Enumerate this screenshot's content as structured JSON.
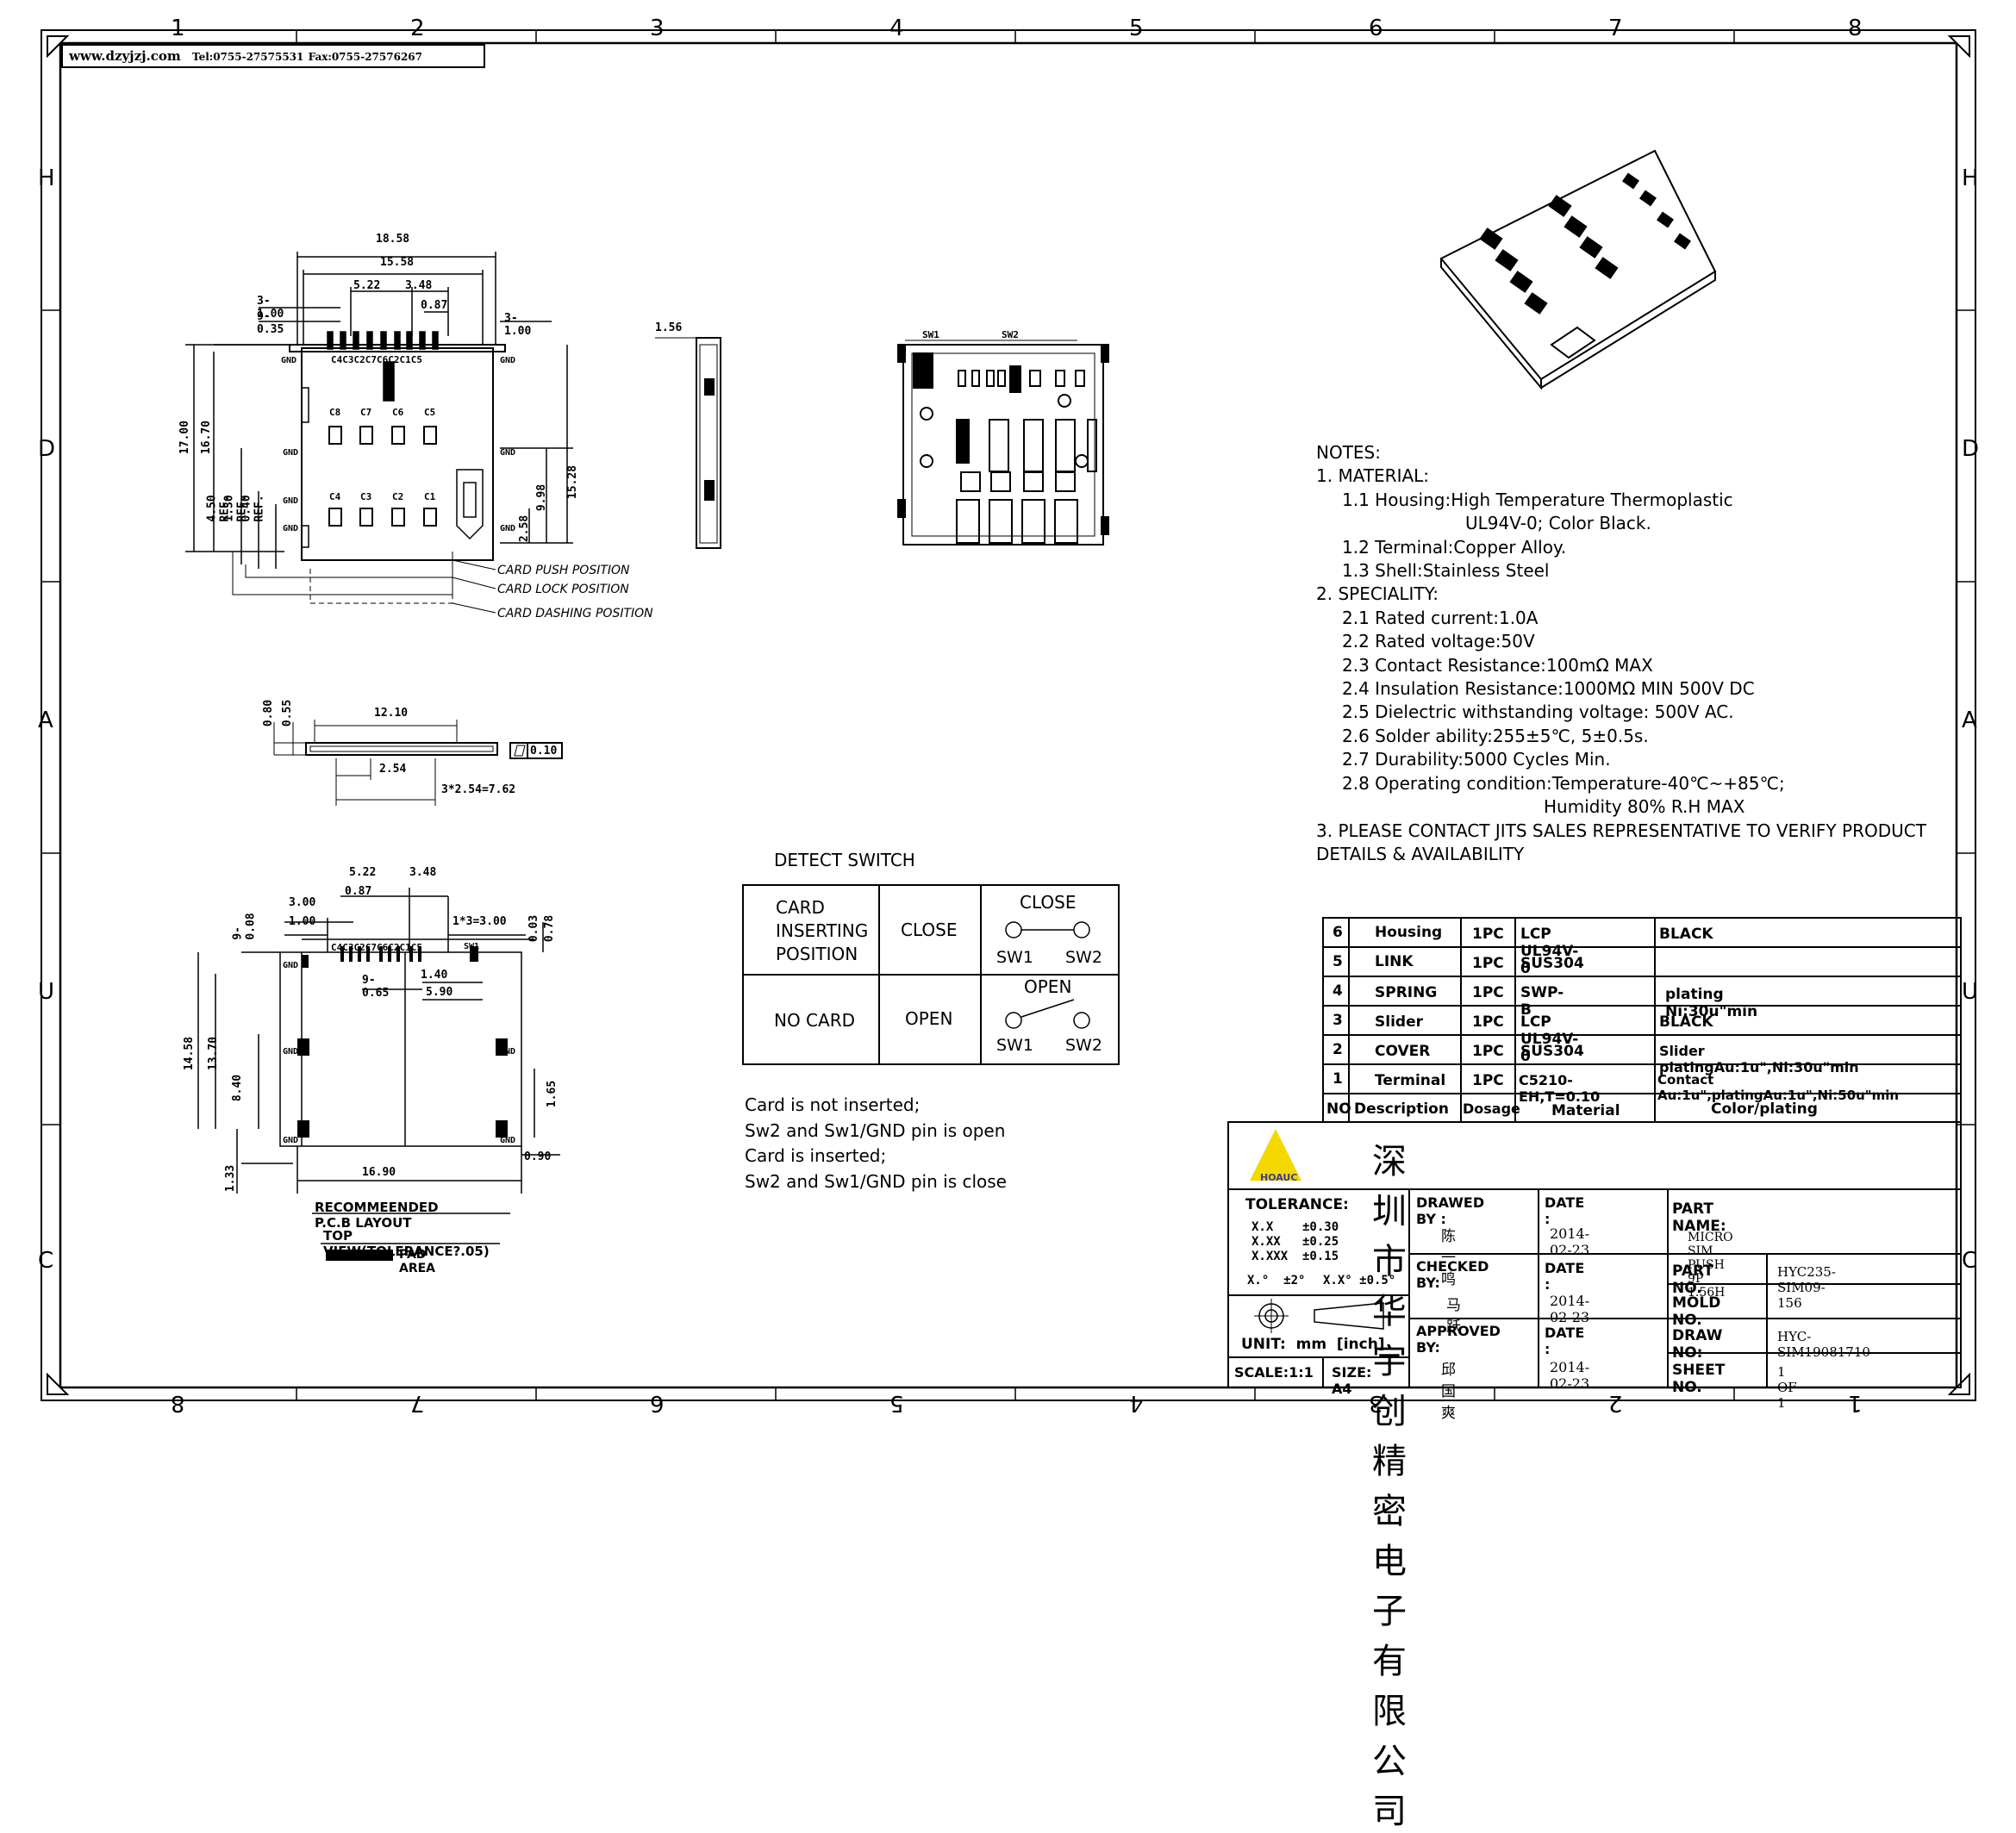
{
  "header_bar": {
    "website": "www.dzyjzj.com",
    "tel": "Tel:0755-27575531",
    "fax": "Fax:0755-27576267"
  },
  "border": {
    "top_cols": [
      "1",
      "2",
      "3",
      "4",
      "5",
      "6",
      "7",
      "8"
    ],
    "bottom_cols": [
      "8",
      "7",
      "6",
      "5",
      "4",
      "3",
      "2",
      "1"
    ],
    "rows": [
      "H",
      "D",
      "A",
      "U",
      "C"
    ]
  },
  "top_view": {
    "dims": {
      "w1": "18.58",
      "w2": "15.58",
      "d522": "5.22",
      "d348": "3.48",
      "d087": "0.87",
      "d3100a": "3-1.00",
      "d9035": "9-0.35",
      "d3100b": "3-1.00",
      "h1700": "17.00",
      "h1670": "16.70",
      "h450": "4.50 REF.",
      "h130": "1.30 REF.",
      "h040": "0.40 REF.",
      "h1528": "15.28",
      "h998": "9.98",
      "h258": "2.58"
    },
    "pin_row": "C4C3C2C7C6C2C1C5",
    "pads_top": [
      "C8",
      "C7",
      "C6",
      "C5"
    ],
    "pads_bottom": [
      "C4",
      "C3",
      "C2",
      "C1"
    ],
    "gnd": "GND",
    "callouts": [
      "CARD PUSH POSITION",
      "CARD LOCK POSITION",
      "CARD DASHING POSITION"
    ]
  },
  "side_view": {
    "thickness": "1.56"
  },
  "bottom_view": {
    "sw1": "SW1",
    "sw2": "SW2"
  },
  "front_view": {
    "w": "12.10",
    "h1": "0.80",
    "h2": "0.55",
    "flat": "0.10",
    "pitch": "2.54",
    "pitch3": "3*2.54=7.62"
  },
  "pcb_layout": {
    "dims": {
      "d522": "5.22",
      "d348": "3.48",
      "d300": "3.00",
      "d087": "0.87",
      "d100": "1.00",
      "d9008": "9-0.08",
      "d13": "1*3=3.00",
      "d003": "0.03",
      "d078": "0.78",
      "d9065": "9-0.65",
      "d140": "1.40",
      "d590": "5.90",
      "h1458": "14.58",
      "h1370": "13.70",
      "h840": "8.40",
      "h133": "1.33",
      "w1690": "16.90",
      "d165": "1.65",
      "d090": "0.90"
    },
    "title": "RECOMMEENDED P.C.B LAYOUT",
    "subtitle": "TOP VIEW(TOLERANCE?.05)",
    "legend": "PAD AREA"
  },
  "notes": {
    "heading": "NOTES:",
    "lines": [
      "1. MATERIAL:",
      "1.1 Housing:High Temperature Thermoplastic",
      "UL94V-0; Color Black.",
      "1.2 Terminal:Copper Alloy.",
      "1.3 Shell:Stainless Steel",
      "2. SPECIALITY:",
      "2.1 Rated current:1.0A",
      "2.2 Rated voltage:50V",
      "2.3 Contact Resistance:100mΩ MAX",
      "2.4 Insulation Resistance:1000MΩ MIN 500V DC",
      "2.5 Dielectric withstanding voltage: 500V AC.",
      "2.6 Solder ability:255±5℃, 5±0.5s.",
      "2.7 Durability:5000 Cycles Min.",
      "2.8 Operating condition:Temperature-40℃~+85℃;",
      "Humidity 80% R.H MAX",
      "3. PLEASE CONTACT JITS SALES REPRESENTATIVE TO VERIFY PRODUCT",
      "DETAILS & AVAILABILITY"
    ]
  },
  "detect_switch": {
    "title": "DETECT SWITCH",
    "row1_a": [
      "CARD",
      "INSERTING",
      "POSITION"
    ],
    "row1_b": "CLOSE",
    "row1_c": "CLOSE",
    "row2_a": "NO CARD",
    "row2_b": "OPEN",
    "row2_c": "OPEN",
    "sw1": "SW1",
    "sw2": "SW2",
    "desc": [
      "Card is not inserted;",
      "Sw2 and Sw1/GND pin is open",
      "Card is inserted;",
      "Sw2 and Sw1/GND pin is close"
    ]
  },
  "bom": {
    "rows": [
      {
        "no": "6",
        "desc": "Housing",
        "qty": "1PC",
        "mat": "LCP UL94V-0",
        "color": "BLACK"
      },
      {
        "no": "5",
        "desc": "LINK",
        "qty": "1PC",
        "mat": "SUS304",
        "color": ""
      },
      {
        "no": "4",
        "desc": "SPRING",
        "qty": "1PC",
        "mat": "SWP-B",
        "color": "plating  Ni:30u\"min"
      },
      {
        "no": "3",
        "desc": "Slider",
        "qty": "1PC",
        "mat": "LCP UL94V-0",
        "color": "BLACK"
      },
      {
        "no": "2",
        "desc": "COVER",
        "qty": "1PC",
        "mat": "SUS304",
        "color": "Slider platingAu:1u\",Ni:30u\"min"
      },
      {
        "no": "1",
        "desc": "Terminal",
        "qty": "1PC",
        "mat": "C5210-EH,T=0.10",
        "color": "Contact Au:1u\",platingAu:1u\",Ni:50u\"min"
      }
    ],
    "header": {
      "no": "NO",
      "desc": "Description",
      "qty": "Dosage",
      "mat": "Material",
      "color": "Color/plating"
    }
  },
  "title_block": {
    "logo_text": "HOAUC",
    "company": "深圳市华宇创精密电子有限公司",
    "tolerance_label": "TOLERANCE:",
    "tol": [
      "X.X    ±0.30",
      "X.XX   ±0.25",
      "X.XXX  ±0.15"
    ],
    "ang": [
      "X.°  ±2°",
      "X.X° ±0.5°"
    ],
    "unit": "UNIT:  mm  [inch]",
    "scale": "SCALE:1:1",
    "size": "SIZE: A4",
    "drawn_by": "DRAWED BY :",
    "drawn_name": "陈一鸣",
    "checked_by": "CHECKED BY:",
    "checked_name": "马跃",
    "approved_by": "APPROVED BY:",
    "approved_name": "邱国爽",
    "date_label": "DATE :",
    "date1": "2014-02-23",
    "date2": "2014-02-23",
    "date3": "2014-02-23",
    "part_name_label": "PART NAME:",
    "part_name": "MICRO SIM PUSH 9P 1.56H",
    "part_no_label": "PART NO.",
    "part_no": "HYC235-SIM09-156",
    "mold_no_label": "MOLD NO.",
    "mold_no": "",
    "draw_no_label": "DRAW NO:",
    "draw_no": "HYC-SIM19081710",
    "sheet_label": "SHEET NO.",
    "sheet": "1 OF 1"
  },
  "colors": {
    "logo_yellow": "#f5d800",
    "ink": "#000000"
  }
}
